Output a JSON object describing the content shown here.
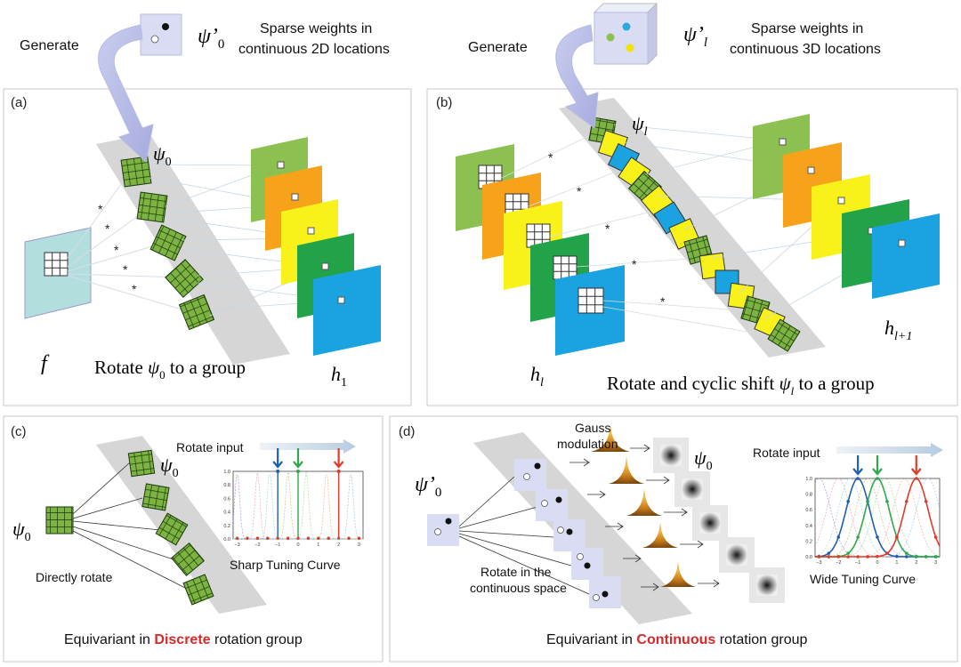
{
  "top": {
    "left": {
      "generate": "Generate",
      "psi_prime": "ψ’",
      "psi_prime_sub": "0",
      "desc_line1": "Sparse weights in",
      "desc_line2": "continuous 2D locations"
    },
    "right": {
      "generate": "Generate",
      "psi_prime": "ψ’",
      "psi_prime_sub": "l",
      "desc_line1": "Sparse weights in",
      "desc_line2": "continuous 3D locations"
    }
  },
  "panel_a": {
    "letter": "(a)",
    "f": "f",
    "psi": "ψ",
    "psi_sub": "0",
    "caption_prefix": "Rotate ",
    "caption_psi": "ψ",
    "caption_sub": "0",
    "caption_suffix": " to a group",
    "h": "h",
    "h_sub": "1",
    "star": "*"
  },
  "panel_b": {
    "letter": "(b)",
    "psi": "ψ",
    "psi_sub": "l",
    "h_in": "h",
    "h_in_sub": "l",
    "h_out": "h",
    "h_out_sub": "l+1",
    "caption_prefix": "Rotate and cyclic shift ",
    "caption_psi": "ψ",
    "caption_sub": "l",
    "caption_suffix": " to a group",
    "star": "*"
  },
  "panel_c": {
    "letter": "(c)",
    "psi": "ψ",
    "psi_sub": "0",
    "psi_left": "ψ",
    "psi_left_sub": "0",
    "rotate_input": "Rotate input",
    "directly_rotate": "Directly rotate",
    "curve_label": "Sharp Tuning Curve",
    "caption_prefix": "Equivariant in ",
    "caption_emph": "Discrete",
    "caption_suffix": " rotation group",
    "y_ticks": [
      "1.0",
      "0.8",
      "0.6",
      "0.4",
      "0.2",
      "0.0"
    ],
    "x_ticks": [
      "−3",
      "−2",
      "−1",
      "0",
      "1",
      "2",
      "3"
    ]
  },
  "panel_d": {
    "letter": "(d)",
    "psi_prime": "ψ’",
    "psi_prime_sub": "0",
    "gauss_line1": "Gauss",
    "gauss_line2": "modulation",
    "psi": "ψ",
    "psi_sub": "0",
    "rotate_input": "Rotate input",
    "rotate_line1": "Rotate in the",
    "rotate_line2": "continuous space",
    "curve_label": "Wide Tuning Curve",
    "caption_prefix": "Equivariant in ",
    "caption_emph": "Continuous",
    "caption_suffix": " rotation group",
    "y_ticks": [
      "1.0",
      "0.8",
      "0.6",
      "0.4",
      "0.2",
      "0.0"
    ],
    "x_ticks": [
      "−3",
      "−2",
      "−1",
      "0",
      "1",
      "2",
      "3"
    ]
  },
  "colors": {
    "green": "#8cc152",
    "orange": "#f7a21b",
    "yellow": "#f9f21a",
    "dark_green": "#22a34a",
    "blue": "#1aa3e0",
    "lavender": "#d9dcf2",
    "band_gray": "#d4d4d4",
    "emph_red": "#d42a2a",
    "arrow_blue": "#1f5fb0",
    "arrow_green": "#2fa84c",
    "arrow_red": "#e03a2a"
  }
}
